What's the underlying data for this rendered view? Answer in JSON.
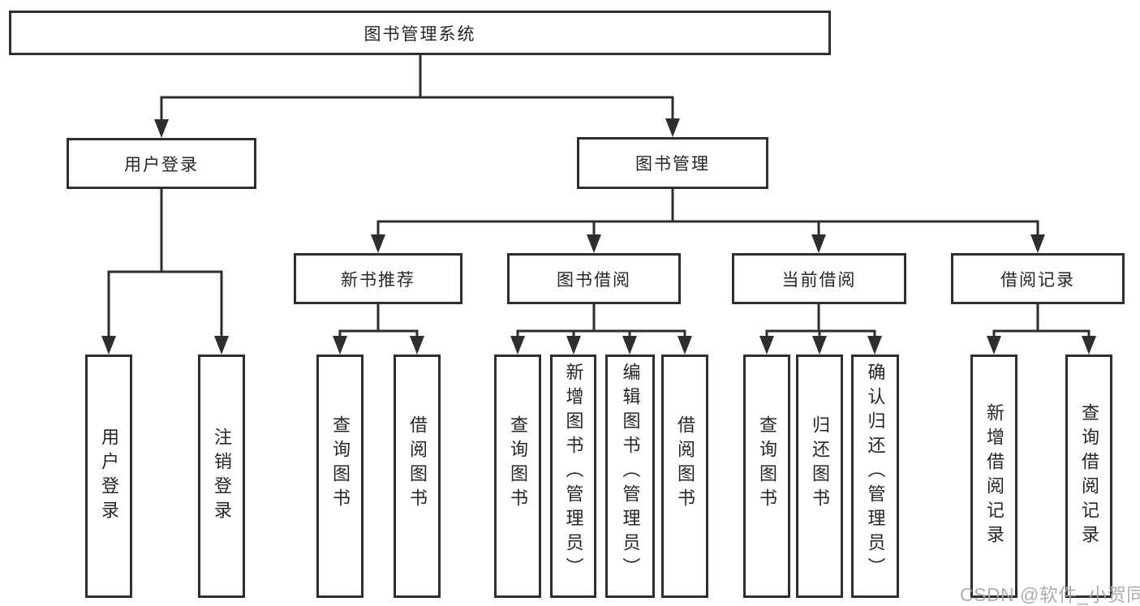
{
  "diagram": {
    "tree": {
      "label": "图书管理系统",
      "children": [
        {
          "label": "用户登录",
          "children": [
            {
              "label": "用户登录"
            },
            {
              "label": "注销登录"
            }
          ]
        },
        {
          "label": "图书管理",
          "children": [
            {
              "label": "新书推荐",
              "children": [
                {
                  "label": "查询图书"
                },
                {
                  "label": "借阅图书"
                }
              ]
            },
            {
              "label": "图书借阅",
              "children": [
                {
                  "label": "查询图书"
                },
                {
                  "label": "新增图书（管理员）"
                },
                {
                  "label": "编辑图书（管理员）"
                },
                {
                  "label": "借阅图书"
                }
              ]
            },
            {
              "label": "当前借阅",
              "children": [
                {
                  "label": "查询图书"
                },
                {
                  "label": "归还图书"
                },
                {
                  "label": "确认归还（管理员）"
                }
              ]
            },
            {
              "label": "借阅记录",
              "children": [
                {
                  "label": "新增借阅记录"
                },
                {
                  "label": "查询借阅记录"
                }
              ]
            }
          ]
        }
      ]
    },
    "colors": {
      "line": "#2e2e2e",
      "box_border": "#2e2e2e",
      "text": "#262626",
      "watermark": "#a4a4a4",
      "background": "#ffffff"
    }
  },
  "watermark": {
    "text": "CSDN @软件_小贺同学"
  }
}
